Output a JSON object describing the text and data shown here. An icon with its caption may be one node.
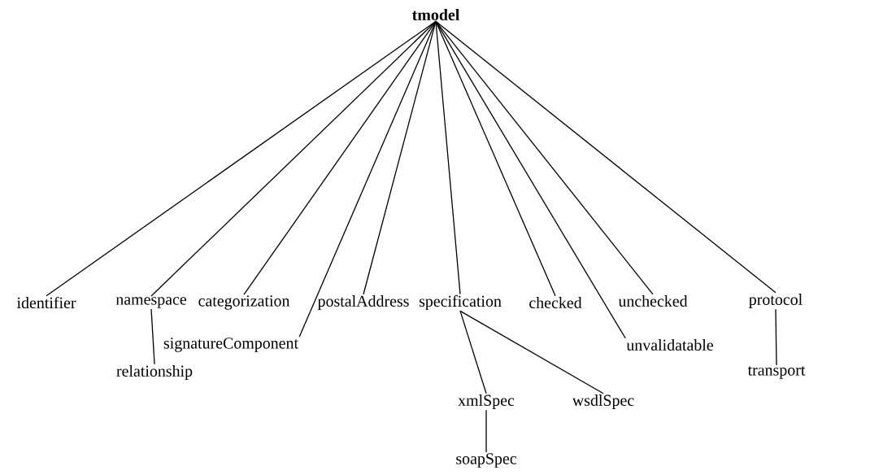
{
  "diagram": {
    "nodes": [
      {
        "text": [
          "tmodel"
        ]
      },
      {
        "text": [
          "identifier"
        ]
      },
      {
        "text": [
          "namespace"
        ]
      },
      {
        "text": [
          "categorization"
        ]
      },
      {
        "text": [
          "signatureComponent"
        ]
      },
      {
        "text": [
          "postalAddress"
        ]
      },
      {
        "text": [
          "specification"
        ]
      },
      {
        "text": [
          "checked"
        ]
      },
      {
        "text": [
          "unchecked"
        ]
      },
      {
        "text": [
          "unvalidatable"
        ]
      },
      {
        "text": [
          "protocol"
        ]
      },
      {
        "text": [
          "relationship"
        ]
      },
      {
        "text": [
          "xmlSpec"
        ]
      },
      {
        "text": [
          "wsdlSpec"
        ]
      },
      {
        "text": [
          "soapSpec"
        ]
      },
      {
        "text": [
          "transport"
        ]
      }
    ],
    "edges": [
      {
        "from": 0,
        "to": 1,
        "arrow": "none"
      },
      {
        "from": 0,
        "to": 2,
        "arrow": "none"
      },
      {
        "from": 0,
        "to": 3,
        "arrow": "none"
      },
      {
        "from": 0,
        "to": 4,
        "arrow": "none"
      },
      {
        "from": 0,
        "to": 5,
        "arrow": "none"
      },
      {
        "from": 0,
        "to": 6,
        "arrow": "none"
      },
      {
        "from": 0,
        "to": 7,
        "arrow": "none"
      },
      {
        "from": 0,
        "to": 8,
        "arrow": "none"
      },
      {
        "from": 0,
        "to": 9,
        "arrow": "none"
      },
      {
        "from": 0,
        "to": 10,
        "arrow": "none"
      },
      {
        "from": 2,
        "to": 11,
        "arrow": "none"
      },
      {
        "from": 6,
        "to": 12,
        "arrow": "none"
      },
      {
        "from": 6,
        "to": 13,
        "arrow": "none"
      },
      {
        "from": 12,
        "to": 14,
        "arrow": "none"
      },
      {
        "from": 10,
        "to": 15,
        "arrow": "none"
      }
    ]
  }
}
